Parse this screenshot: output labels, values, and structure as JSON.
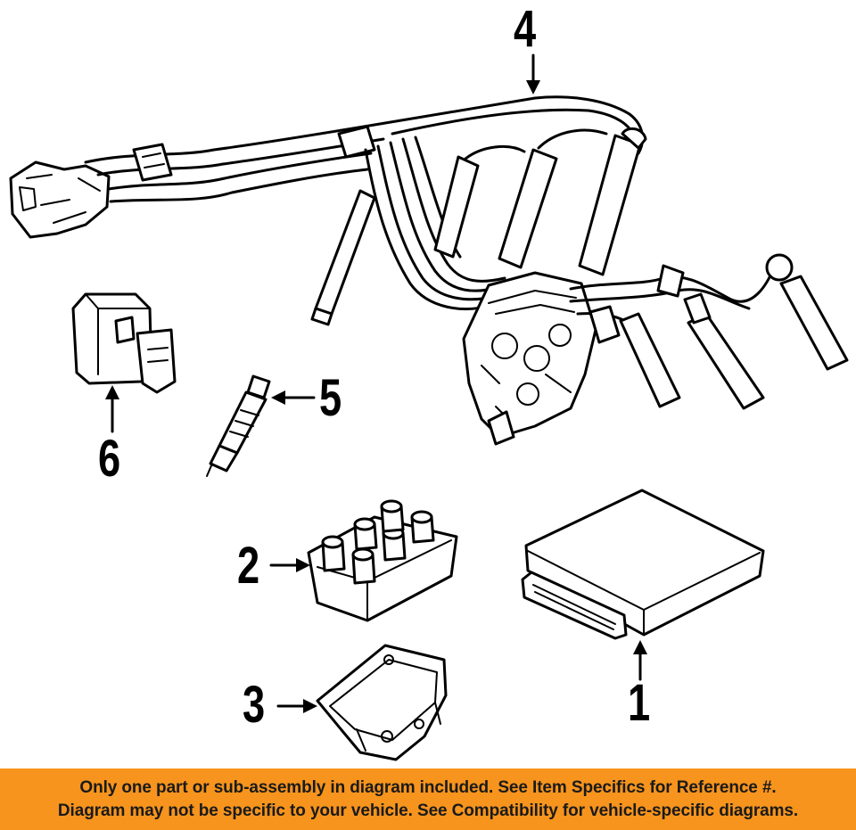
{
  "callouts": {
    "c1": "1",
    "c2": "2",
    "c3": "3",
    "c4": "4",
    "c5": "5",
    "c6": "6"
  },
  "banner": {
    "line1": "Only one part or sub-assembly in diagram included. See Item Specifics for Reference #.",
    "line2": "Diagram may not be specific to your vehicle. See Compatibility for vehicle-specific diagrams."
  },
  "colors": {
    "banner_background": "#f7941d",
    "line_art": "#000000",
    "background": "#ffffff"
  }
}
